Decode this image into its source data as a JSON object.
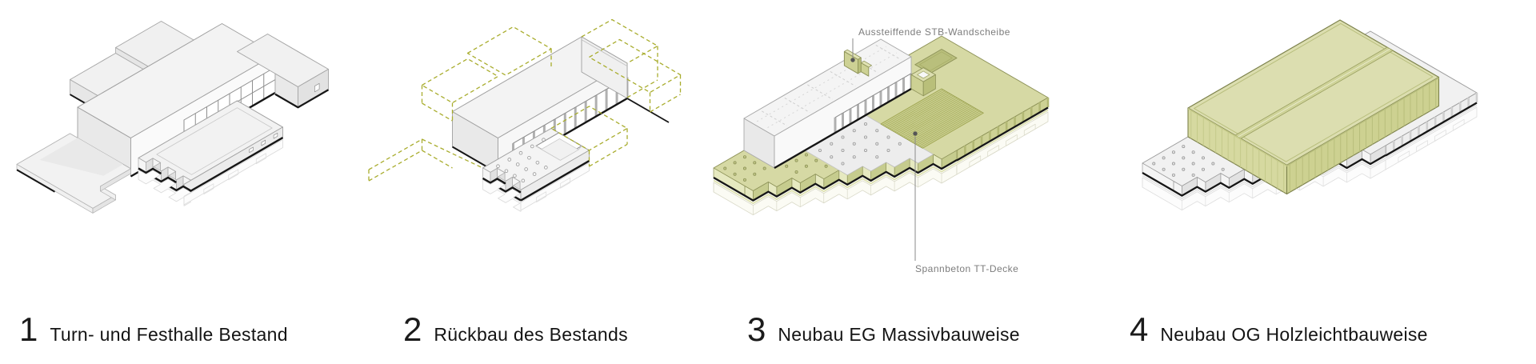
{
  "figure": {
    "panels": [
      {
        "number": "1",
        "label": "Turn- und Festhalle Bestand"
      },
      {
        "number": "2",
        "label": "Rückbau des Bestands"
      },
      {
        "number": "3",
        "label": "Neubau EG Massivbauweise",
        "annotations": [
          {
            "text": "Aussteiffende STB-Wandscheibe"
          },
          {
            "text": "Spannbeton TT-Decke"
          }
        ]
      },
      {
        "number": "4",
        "label": "Neubau OG Holzleichtbauweise"
      }
    ],
    "colors": {
      "new_construction_green": "#cdd194",
      "roof_green": "#d6d9a4",
      "demolition_dash_olive": "#a9ad2e",
      "existing_gray": "#f1f1f1",
      "base_line_black": "#161616",
      "annotation_text_gray": "#7c7c7c"
    }
  }
}
